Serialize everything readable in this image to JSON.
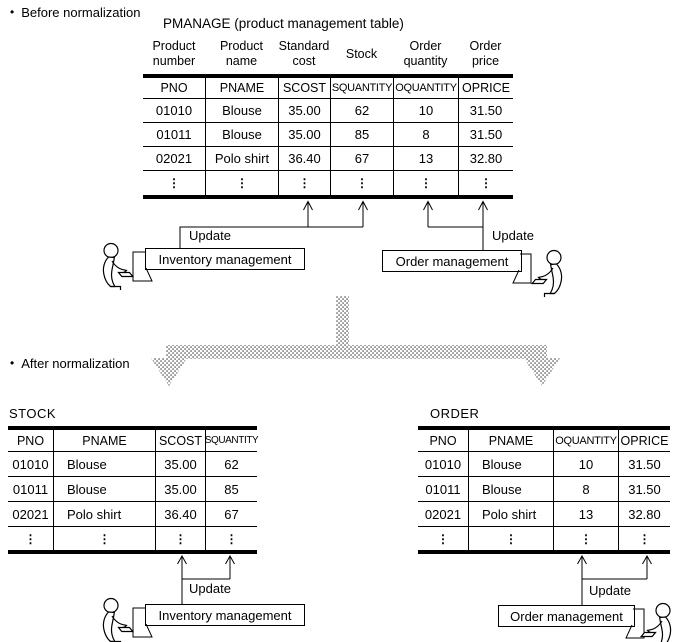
{
  "labels": {
    "bullet": "•",
    "before": "Before normalization",
    "after": "After normalization",
    "pmanage_title": "PMANAGE (product management table)",
    "update": "Update",
    "inventory_management": "Inventory management",
    "order_management": "Order management",
    "ellipsis": "⋮"
  },
  "colors": {
    "line": "#000000",
    "background": "#ffffff",
    "transition_arrow_dots": "#333333"
  },
  "pmanage_table": {
    "column_descriptions": [
      {
        "line1": "Product",
        "line2": "number"
      },
      {
        "line1": "Product",
        "line2": "name"
      },
      {
        "line1": "Standard",
        "line2": "cost"
      },
      {
        "line1": "Stock",
        "line2": ""
      },
      {
        "line1": "Order",
        "line2": "quantity"
      },
      {
        "line1": "Order",
        "line2": "price"
      }
    ],
    "columns": [
      "PNO",
      "PNAME",
      "SCOST",
      "SQUANTITY",
      "OQUANTITY",
      "OPRICE"
    ],
    "rows": [
      [
        "01010",
        "Blouse",
        "35.00",
        "62",
        "10",
        "31.50"
      ],
      [
        "01011",
        "Blouse",
        "35.00",
        "85",
        "8",
        "31.50"
      ],
      [
        "02021",
        "Polo shirt",
        "36.40",
        "67",
        "13",
        "32.80"
      ]
    ]
  },
  "stock_table": {
    "title": "STOCK",
    "columns": [
      "PNO",
      "PNAME",
      "SCOST",
      "SQUANTITY"
    ],
    "rows": [
      [
        "01010",
        "Blouse",
        "35.00",
        "62"
      ],
      [
        "01011",
        "Blouse",
        "35.00",
        "85"
      ],
      [
        "02021",
        "Polo shirt",
        "36.40",
        "67"
      ]
    ]
  },
  "order_table": {
    "title": "ORDER",
    "columns": [
      "PNO",
      "PNAME",
      "OQUANTITY",
      "OPRICE"
    ],
    "rows": [
      [
        "01010",
        "Blouse",
        "10",
        "31.50"
      ],
      [
        "01011",
        "Blouse",
        "8",
        "31.50"
      ],
      [
        "02021",
        "Polo shirt",
        "13",
        "32.80"
      ]
    ]
  }
}
